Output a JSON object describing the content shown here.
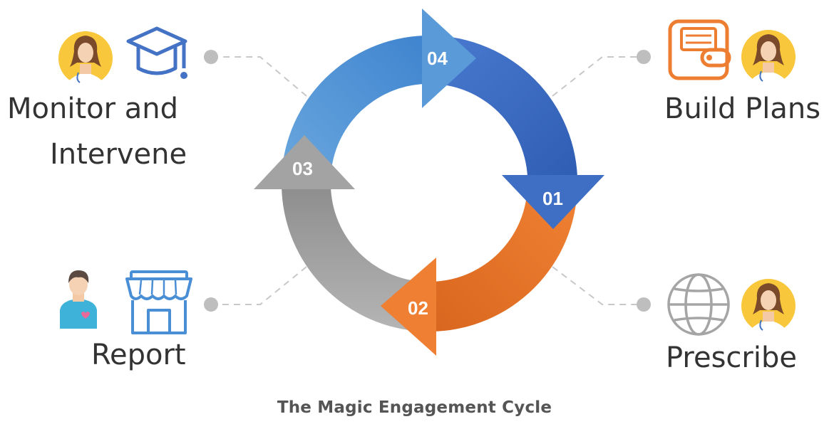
{
  "diagram": {
    "caption": "The Magic Engagement Cycle",
    "segments": [
      {
        "number": "01",
        "color": "#4472C4"
      },
      {
        "number": "02",
        "color": "#ED7D31"
      },
      {
        "number": "03",
        "color": "#A5A5A5"
      },
      {
        "number": "04",
        "color": "#4A8FD6"
      }
    ],
    "steps": [
      {
        "id": "build-plans",
        "label_lines": [
          "Build Plans"
        ],
        "icon": "wallet-icon",
        "person": "doctor-avatar-icon",
        "icon_color": "#ED7D31"
      },
      {
        "id": "prescribe",
        "label_lines": [
          "Prescribe"
        ],
        "icon": "globe-icon",
        "person": "doctor-avatar-icon",
        "icon_color": "#A5A5A5"
      },
      {
        "id": "report",
        "label_lines": [
          "Report"
        ],
        "icon": "storefront-icon",
        "person": "patient-avatar-icon",
        "icon_color": "#4A8FD6"
      },
      {
        "id": "monitor-and-intervene",
        "label_lines": [
          "Monitor and",
          "Intervene"
        ],
        "icon": "graduation-cap-icon",
        "person": "doctor-avatar-icon",
        "icon_color": "#4472C4"
      }
    ]
  }
}
